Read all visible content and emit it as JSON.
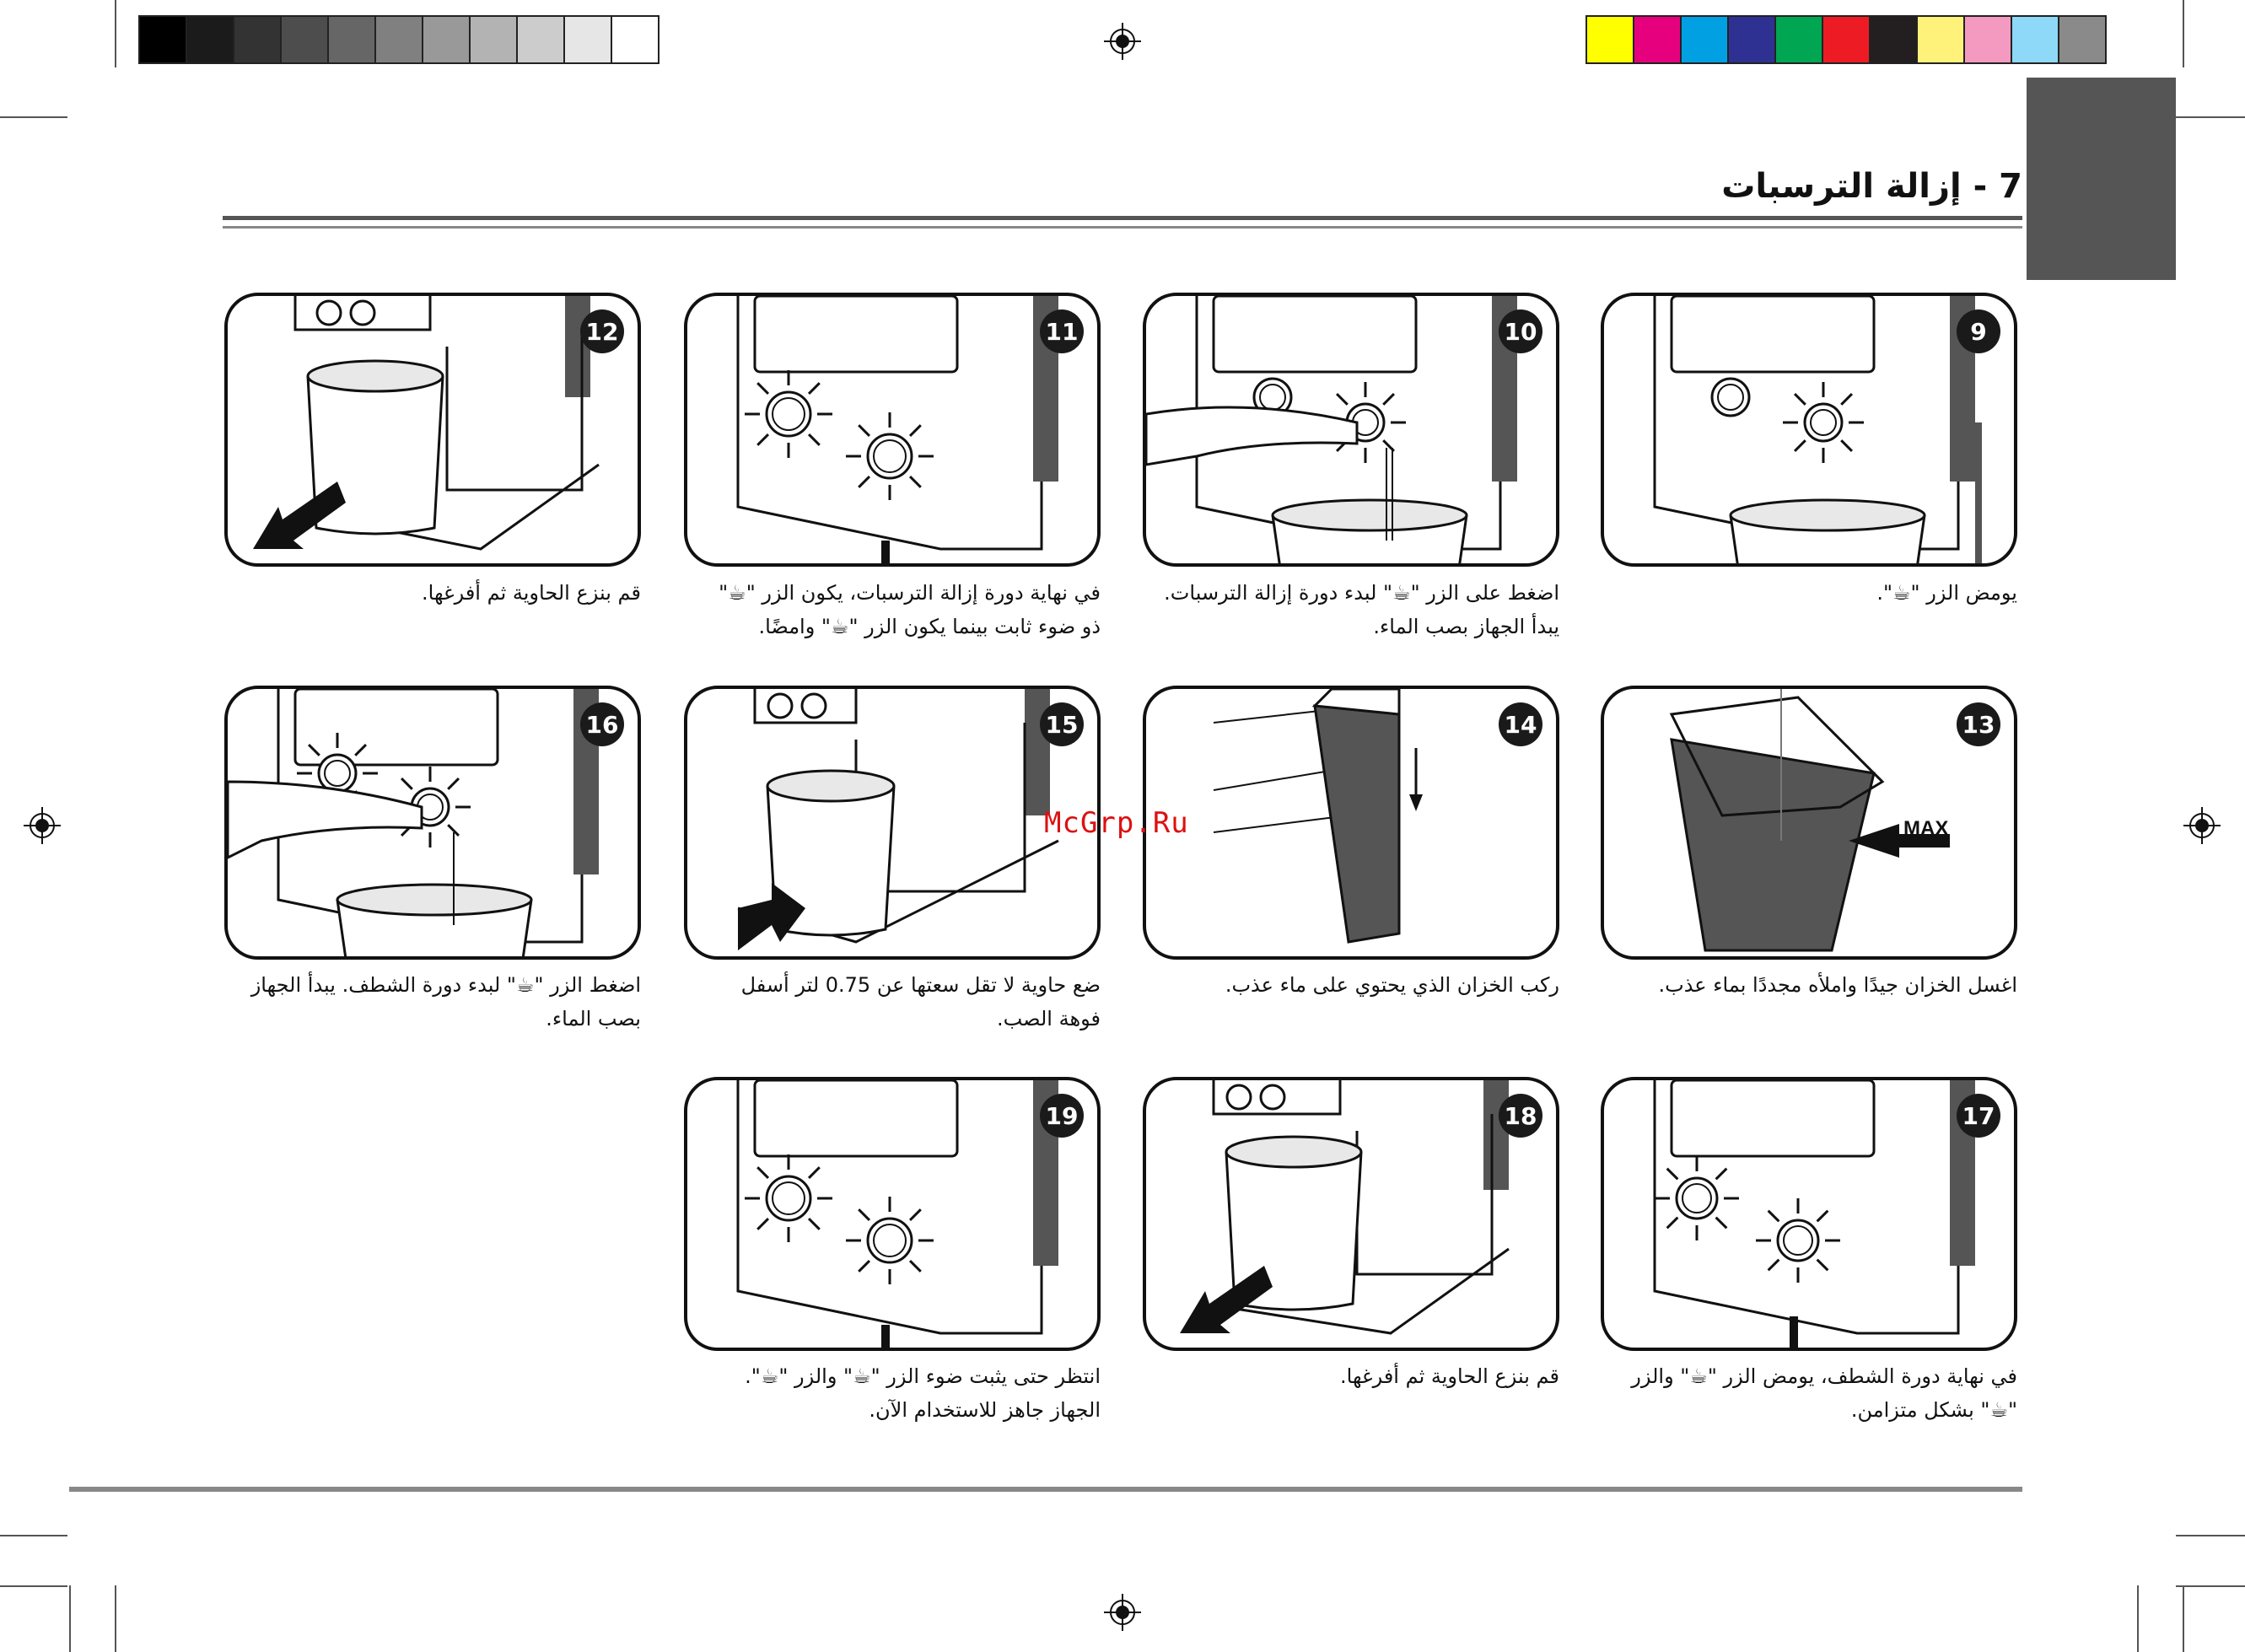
{
  "colors": {
    "grayscale_bar": [
      "#000000",
      "#1b1b1b",
      "#333333",
      "#4d4d4d",
      "#666666",
      "#808080",
      "#999999",
      "#b3b3b3",
      "#cccccc",
      "#e6e6e6",
      "#ffffff"
    ],
    "color_bar": [
      "#ffff00",
      "#e6007e",
      "#00a0e3",
      "#2e3192",
      "#00a651",
      "#ed1c24",
      "#231f20",
      "#fff27a",
      "#f49ac1",
      "#8ed8f8",
      "#8a8a8a"
    ],
    "watermark": "#dd1111",
    "badge": "#1a1a1a"
  },
  "header": {
    "title": "7 - إزالة الترسبات"
  },
  "watermark": "McGrp.Ru",
  "steps": [
    {
      "number": "9",
      "caption": "يومض الزر \"☕\"."
    },
    {
      "number": "10",
      "caption": "اضغط على الزر \"☕\" لبدء دورة إزالة الترسبات.\nيبدأ الجهاز بصب الماء."
    },
    {
      "number": "11",
      "caption": "في نهاية دورة إزالة الترسبات، يكون الزر \"☕\"\nذو ضوء ثابت بينما يكون الزر \"☕\" وامضًا."
    },
    {
      "number": "12",
      "caption": "قم بنزع الحاوية ثم أفرغها."
    },
    {
      "number": "13",
      "caption": "اغسل الخزان جيدًا واملأه مجددًا بماء عذب.",
      "label": "MAX"
    },
    {
      "number": "14",
      "caption": "ركب الخزان الذي يحتوي على ماء عذب."
    },
    {
      "number": "15",
      "caption": "ضع حاوية لا تقل سعتها عن 0.75 لتر أسفل\nفوهة الصب."
    },
    {
      "number": "16",
      "caption": "اضغط الزر \"☕\" لبدء دورة الشطف. يبدأ الجهاز\nبصب الماء."
    },
    {
      "number": "17",
      "caption": "في نهاية دورة الشطف، يومض الزر \"☕\" والزر\n\"☕\" بشكل متزامن."
    },
    {
      "number": "18",
      "caption": "قم بنزع الحاوية ثم أفرغها."
    },
    {
      "number": "19",
      "caption": "انتظر حتى يثبت ضوء الزر \"☕\" والزر \"☕\".\nالجهاز جاهز للاستخدام الآن."
    }
  ]
}
